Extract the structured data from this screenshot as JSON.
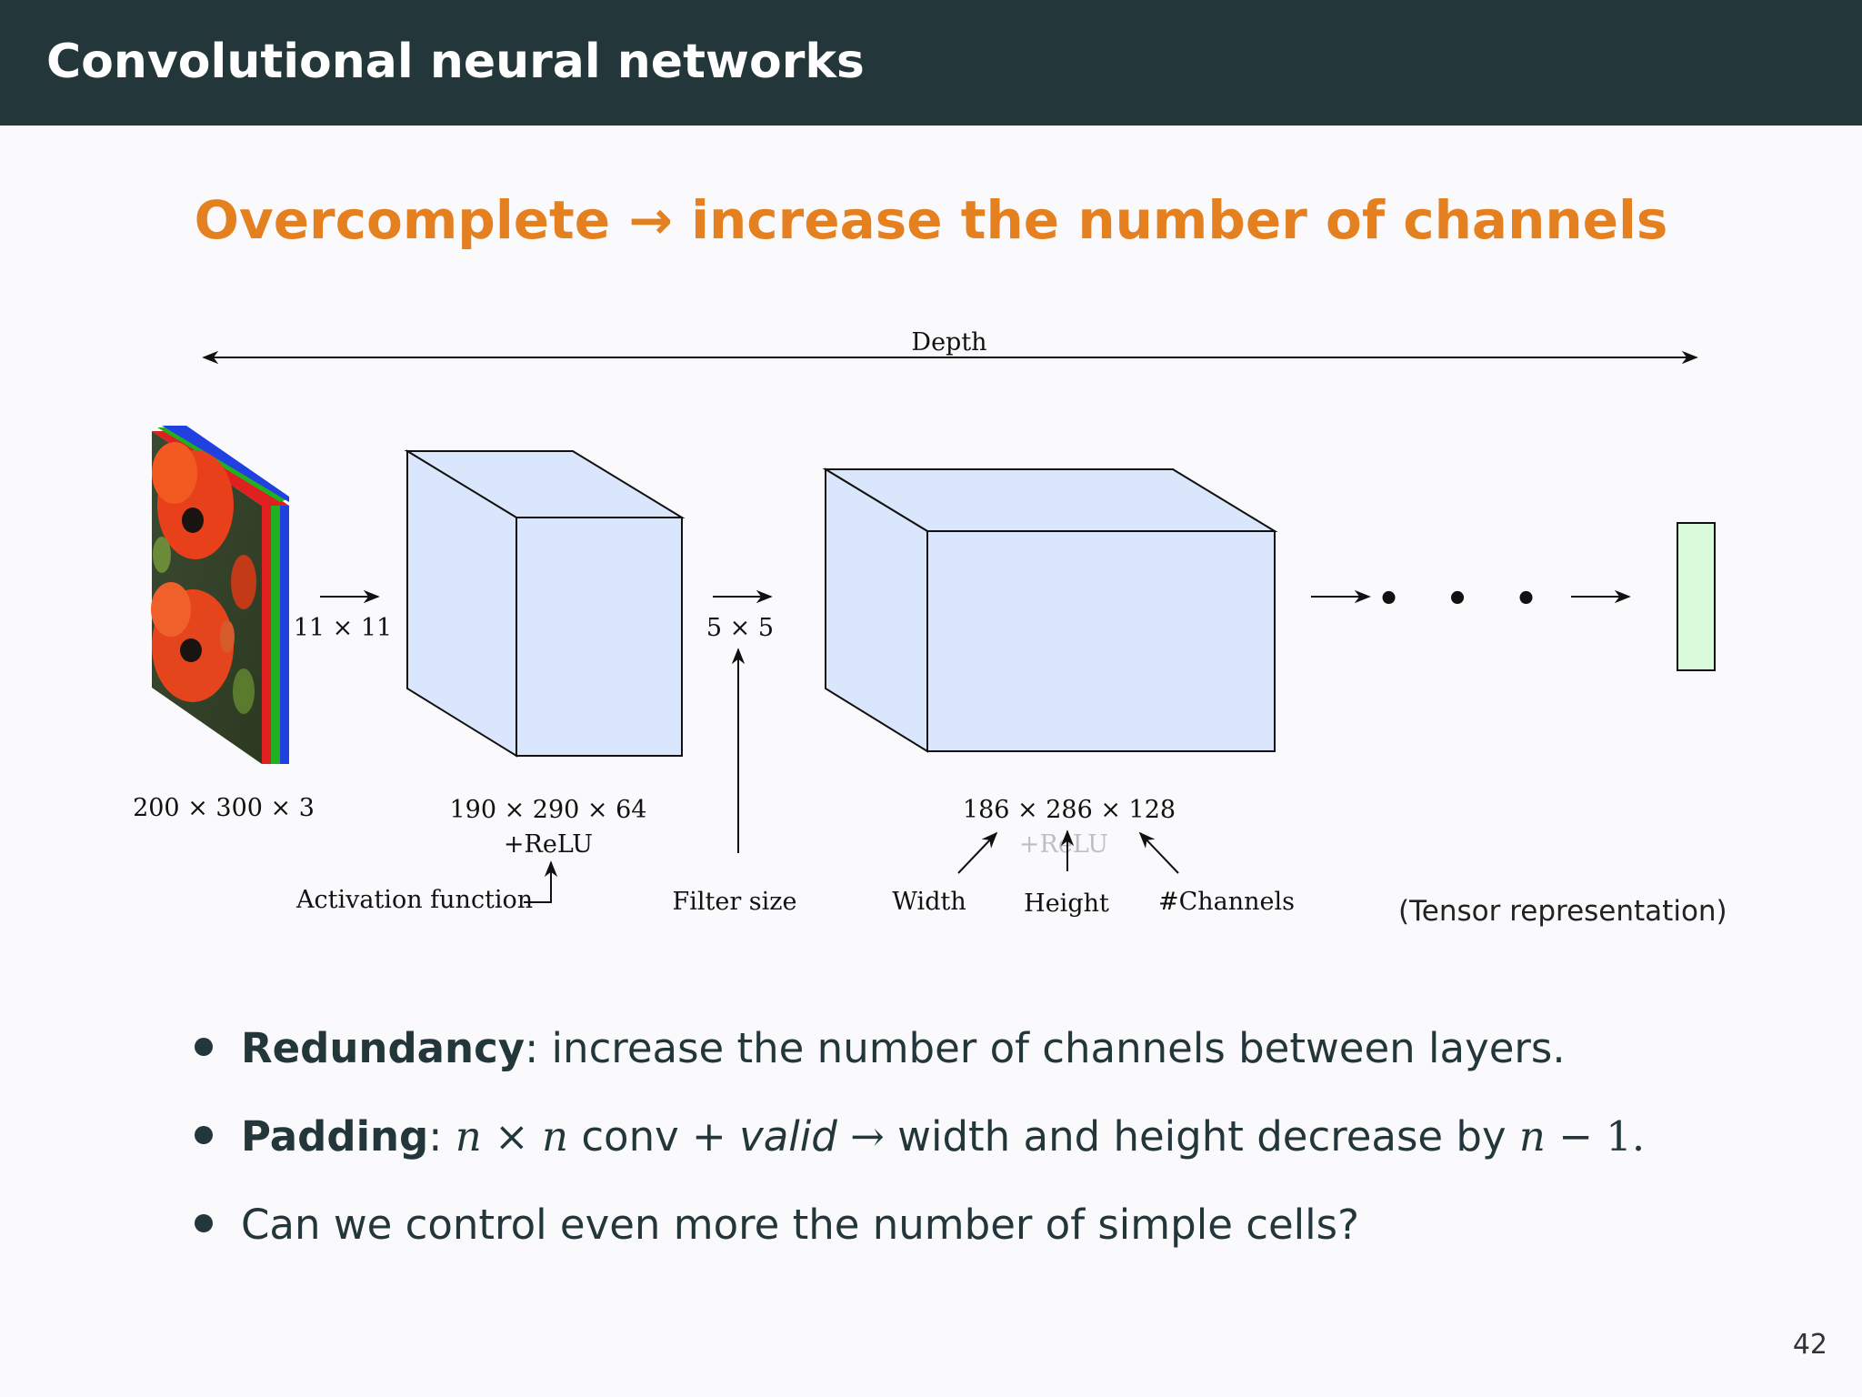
{
  "slide": {
    "title": "Convolutional neural networks",
    "subtitle": "Overcomplete → increase the number of channels",
    "page_number": "42"
  },
  "diagram": {
    "depth_label": "Depth",
    "input": {
      "size_label": "200 × 300 × 3",
      "channel_colors": [
        "#e02020",
        "#20b020",
        "#2040e0"
      ]
    },
    "conv1": {
      "filter_label": "11 × 11",
      "size_label": "190 × 290 × 64",
      "activation_label": "+ReLU"
    },
    "conv2": {
      "filter_label": "5 × 5",
      "size_label": "186 × 286 × 128",
      "activation_label": "+ReLU"
    },
    "annotations": {
      "activation_function": "Activation function",
      "filter_size": "Filter size",
      "width": "Width",
      "height": "Height",
      "channels": "#Channels"
    },
    "ellipsis": "• • •",
    "tensor_note": "(Tensor representation)",
    "colors": {
      "block_fill": "#dae6fb",
      "output_fill": "#d9fbd9",
      "accent": "#e4801f"
    }
  },
  "bullets": [
    {
      "bold": "Redundancy",
      "text": ": increase the number of channels between layers."
    },
    {
      "bold": "Padding",
      "pre": ": ",
      "math1": "n",
      "times": " × ",
      "math2": "n",
      "mid": " conv + ",
      "valid": "valid",
      "arrow": " → ",
      "post": "width and height decrease by ",
      "math3": "n",
      "minus": " − 1."
    },
    {
      "text": "Can we control even more the number of simple cells?"
    }
  ]
}
